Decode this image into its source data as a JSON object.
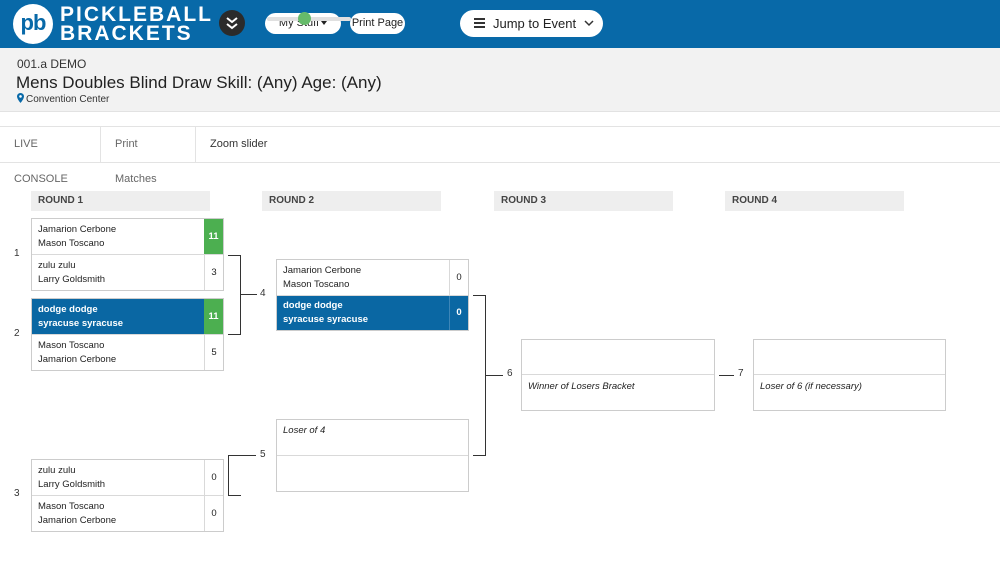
{
  "navbar": {
    "logo_mark": "pb",
    "logo_line1": "PICKLEBALL",
    "logo_line2": "BRACKETS",
    "my_stuff_label": "My Stuff",
    "print_page_label": "Print Page",
    "jump_label": "Jump to Event"
  },
  "event": {
    "code": "001.a DEMO",
    "title": "Mens Doubles Blind Draw Skill: (Any) Age: (Any)",
    "location": "Convention Center"
  },
  "toolbar": {
    "live_console": "LIVE CONSOLE",
    "print_matches": "Print Matches",
    "zoom_label": "Zoom slider",
    "zoom_level": 0.45
  },
  "colors": {
    "navbar": "#0869a8",
    "winner_row": "#0a67a3",
    "score_win": "#4caf50"
  },
  "bracket": {
    "rounds": [
      "ROUND 1",
      "ROUND 2",
      "ROUND 3",
      "ROUND 4"
    ],
    "matches": {
      "m1": {
        "num": "1",
        "t1": {
          "p1": "Jamarion Cerbone",
          "p2": "Mason Toscano",
          "score": "11"
        },
        "t2": {
          "p1": "zulu zulu",
          "p2": "Larry Goldsmith",
          "score": "3"
        }
      },
      "m2": {
        "num": "2",
        "t1": {
          "p1": "dodge dodge",
          "p2": "syracuse syracuse",
          "score": "11"
        },
        "t2": {
          "p1": "Mason Toscano",
          "p2": "Jamarion Cerbone",
          "score": "5"
        }
      },
      "m3": {
        "num": "3",
        "t1": {
          "p1": "zulu zulu",
          "p2": "Larry Goldsmith",
          "score": "0"
        },
        "t2": {
          "p1": "Mason Toscano",
          "p2": "Jamarion Cerbone",
          "score": "0"
        }
      },
      "m4": {
        "num": "4",
        "t1": {
          "p1": "Jamarion Cerbone",
          "p2": "Mason Toscano",
          "score": "0"
        },
        "t2": {
          "p1": "dodge dodge",
          "p2": "syracuse syracuse",
          "score": "0"
        }
      },
      "m5": {
        "num": "5",
        "t1_placeholder": "Loser of 4"
      },
      "m6": {
        "num": "6",
        "t2_placeholder": "Winner of Losers Bracket"
      },
      "m7": {
        "num": "7",
        "t2_placeholder": "Loser of 6 (if necessary)"
      }
    }
  }
}
